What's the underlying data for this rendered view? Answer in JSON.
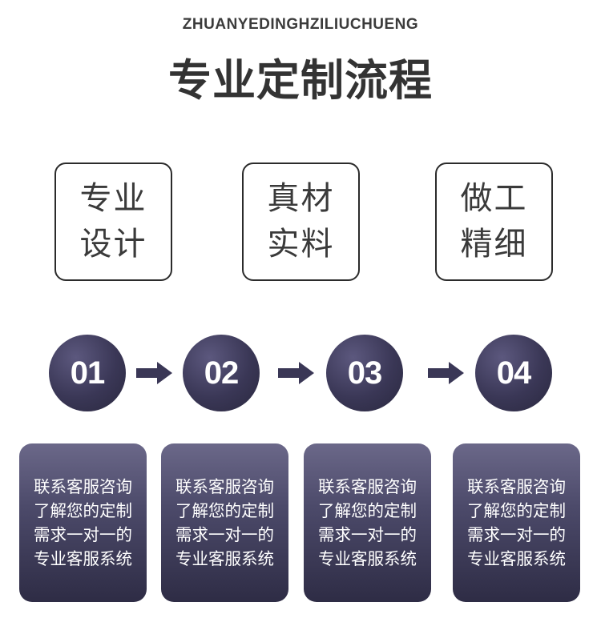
{
  "header": {
    "subtitle": "ZHUANYEDINGHZILIUCHUENG",
    "title": "专业定制流程"
  },
  "features": [
    {
      "line1": "专业",
      "line2": "设计"
    },
    {
      "line1": "真材",
      "line2": "实料"
    },
    {
      "line1": "做工",
      "line2": "精细"
    }
  ],
  "steps": [
    {
      "number": "01",
      "description": "联系客服咨询了解您的定制需求一对一的专业客服系统"
    },
    {
      "number": "02",
      "description": "联系客服咨询了解您的定制需求一对一的专业客服系统"
    },
    {
      "number": "03",
      "description": "联系客服咨询了解您的定制需求一对一的专业客服系统"
    },
    {
      "number": "04",
      "description": "联系客服咨询了解您的定制需求一对一的专业客服系统"
    }
  ],
  "icons": {
    "arrow": "arrow-right-icon"
  },
  "colors": {
    "text": "#333333",
    "accent_dark": "#2e2c45",
    "accent_light": "#6b6889",
    "arrow": "#3a3756"
  }
}
